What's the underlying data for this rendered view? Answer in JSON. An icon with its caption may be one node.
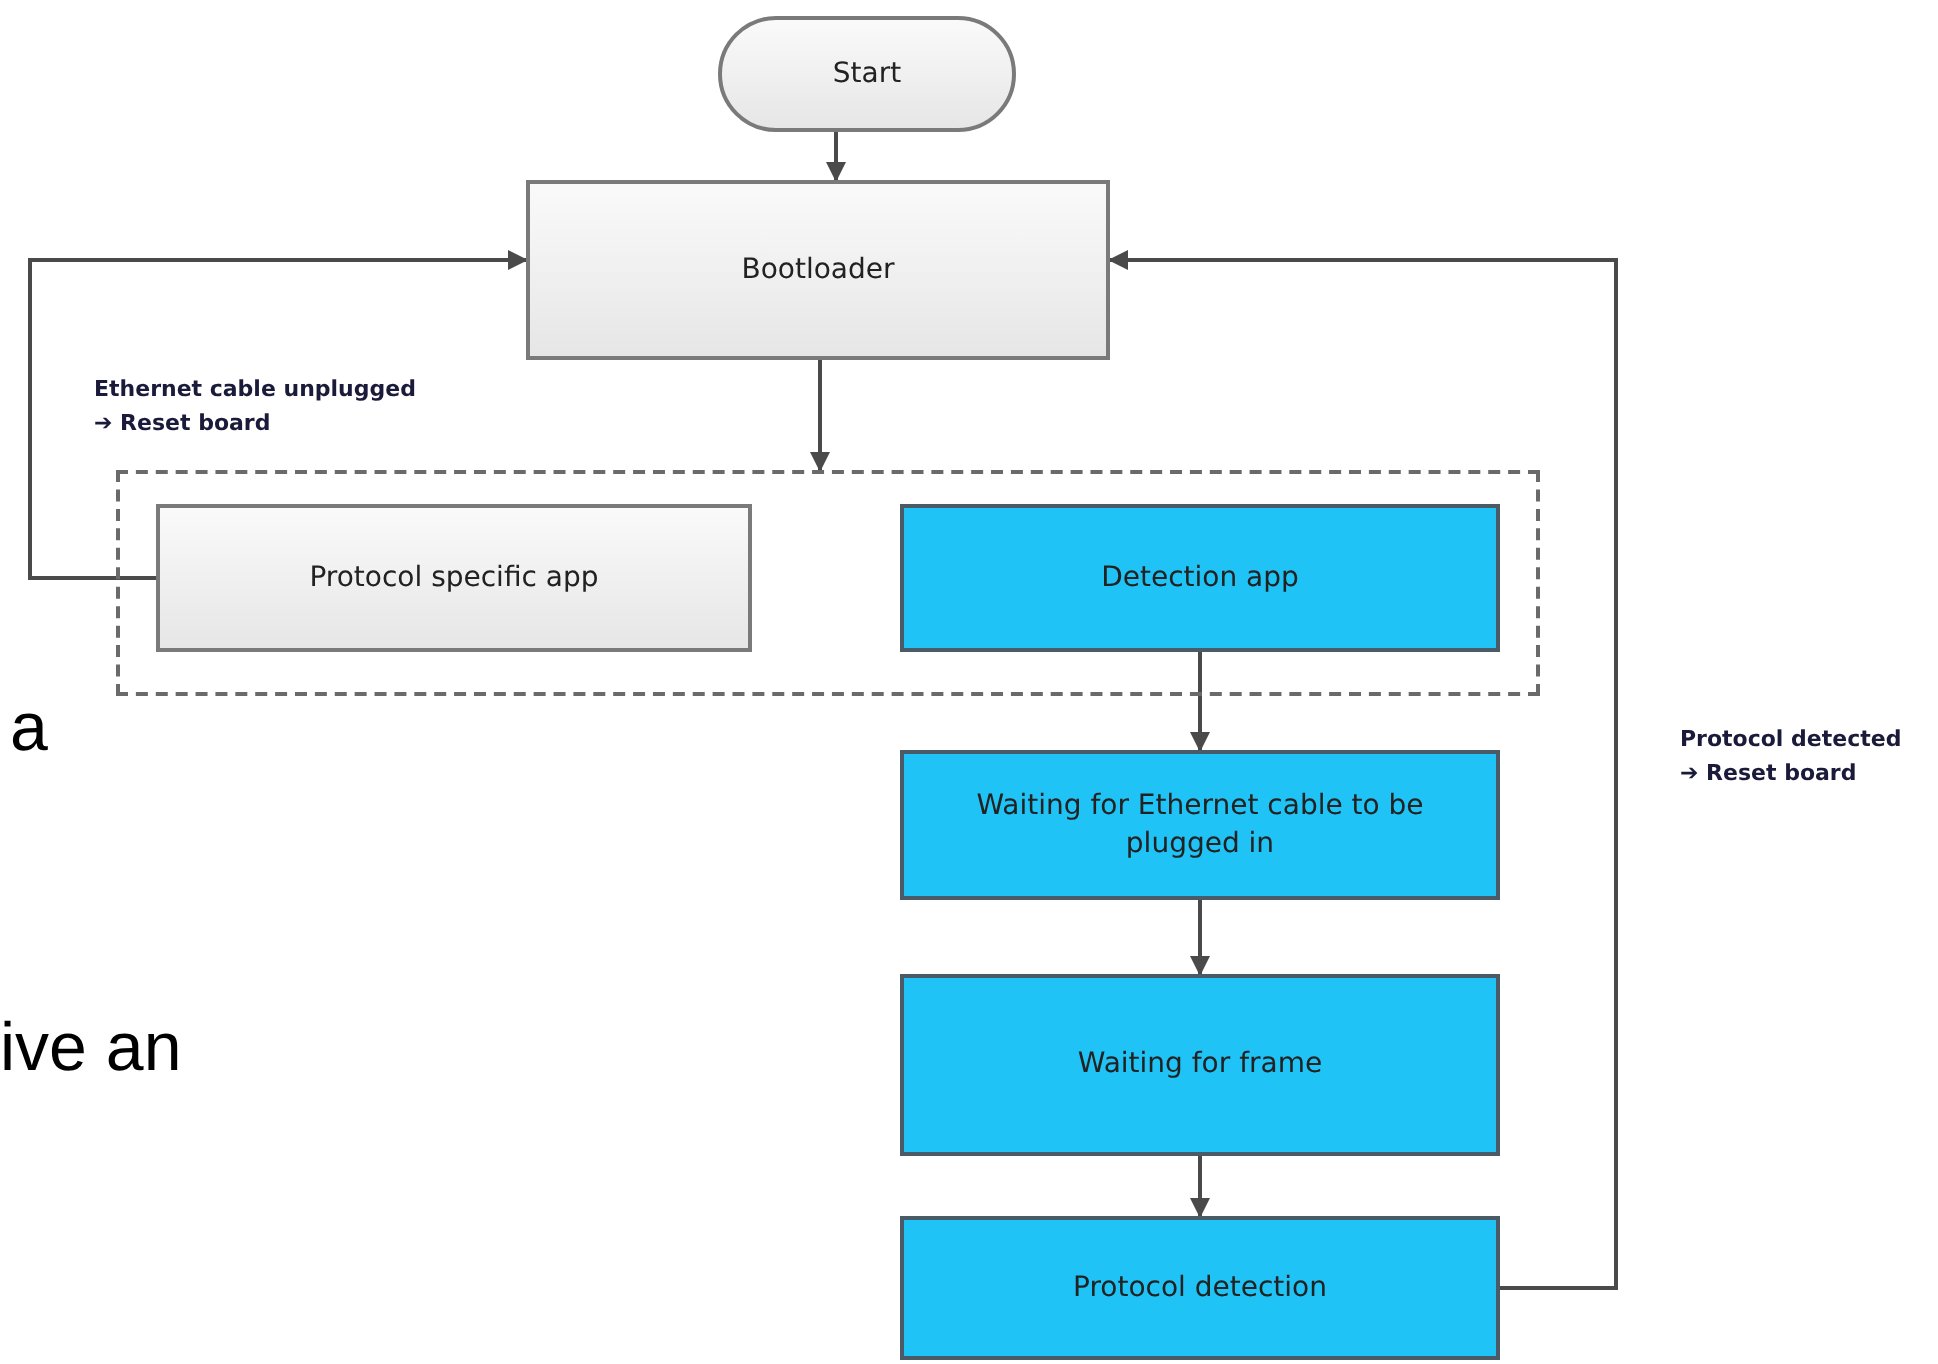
{
  "diagram": {
    "nodes": [
      {
        "text": [
          "Start"
        ]
      },
      {
        "text": [
          "Bootloader"
        ]
      },
      {
        "text": [],
        "shape": "box"
      },
      {
        "text": [
          "Protocol specific app"
        ],
        "in": 2
      },
      {
        "text": [
          "Detection app"
        ],
        "in": 2
      },
      {
        "text": [
          "Waiting for Ethernet cable to be plugged in"
        ]
      },
      {
        "text": [
          "Waiting for frame"
        ]
      },
      {
        "text": [
          "Protocol detection"
        ]
      }
    ],
    "edges": [
      {
        "from": 0,
        "to": 1,
        "arrow": "to"
      },
      {
        "from": 1,
        "to": 2,
        "arrow": "to"
      },
      {
        "from": 3,
        "to": 1,
        "arrow": "to",
        "label": "Ethernet cable unplugged ➔ Reset board"
      },
      {
        "from": 4,
        "to": 5,
        "arrow": "to"
      },
      {
        "from": 5,
        "to": 6,
        "arrow": "to"
      },
      {
        "from": 6,
        "to": 7,
        "arrow": "to"
      },
      {
        "from": 7,
        "to": 1,
        "arrow": "to",
        "label": "Protocol detected ➔ Reset board"
      }
    ],
    "labels": [
      "a",
      "ive an"
    ]
  }
}
